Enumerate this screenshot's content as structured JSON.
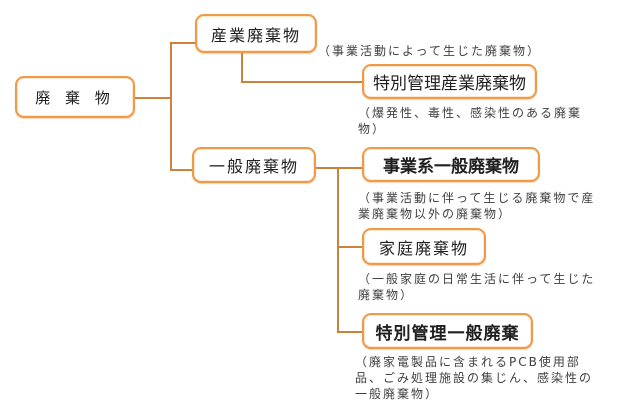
{
  "diagram": {
    "nodes": {
      "root": {
        "label": "廃 棄 物"
      },
      "industrial": {
        "label": "産業廃棄物",
        "note": "（事業活動によって生じた廃棄物）"
      },
      "special_industrial": {
        "label": "特別管理産業廃棄物",
        "note": "（爆発性、毒性、感染性のある廃棄\n物）"
      },
      "general": {
        "label": "一般廃棄物"
      },
      "business_general": {
        "label": "事業系一般廃棄物",
        "note": "（事業活動に伴って生じる廃棄物で産\n業廃棄物以外の廃棄物）"
      },
      "household": {
        "label": "家庭廃棄物",
        "note": "（一般家庭の日常生活に伴って生じた\n廃棄物）"
      },
      "special_general": {
        "label": "特別管理一般廃棄",
        "note": "（廃家電製品に含まれるPCB使用部\n品、ごみ処理施設の集じん、感染性の\n一般廃棄物）"
      }
    },
    "colors": {
      "box_border": "#F09A49",
      "connector": "#CE813B",
      "label_text": "#202020",
      "note_text": "#3F3F3F",
      "background": "#FFFFFF"
    }
  }
}
